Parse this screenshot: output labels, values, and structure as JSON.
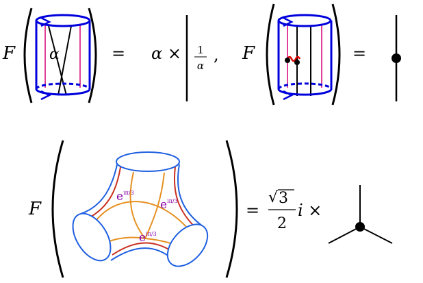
{
  "equation_1": {
    "functor": "F",
    "label_inside": "α",
    "equals": "=",
    "scalar": "α ×",
    "fraction_numerator": "1",
    "fraction_denominator": "α",
    "separator": ","
  },
  "equation_2": {
    "functor": "F",
    "equals": "="
  },
  "equation_3": {
    "functor": "F",
    "phase_labels": [
      "e",
      "e",
      "e"
    ],
    "phase_exponent": "i π/3",
    "equals": "=",
    "sqrt_symbol": "√",
    "sqrt_radicand": "3",
    "denominator": "2",
    "suffix": "i ×"
  },
  "colors": {
    "cylinder": "#0000dd",
    "surface": "#1f5fe0",
    "pink_line": "#e0409a",
    "orange_line": "#e69020",
    "red_line": "#c83020",
    "purple_label": "#8800aa",
    "wavy": "#dd0000",
    "ink": "#000000"
  }
}
